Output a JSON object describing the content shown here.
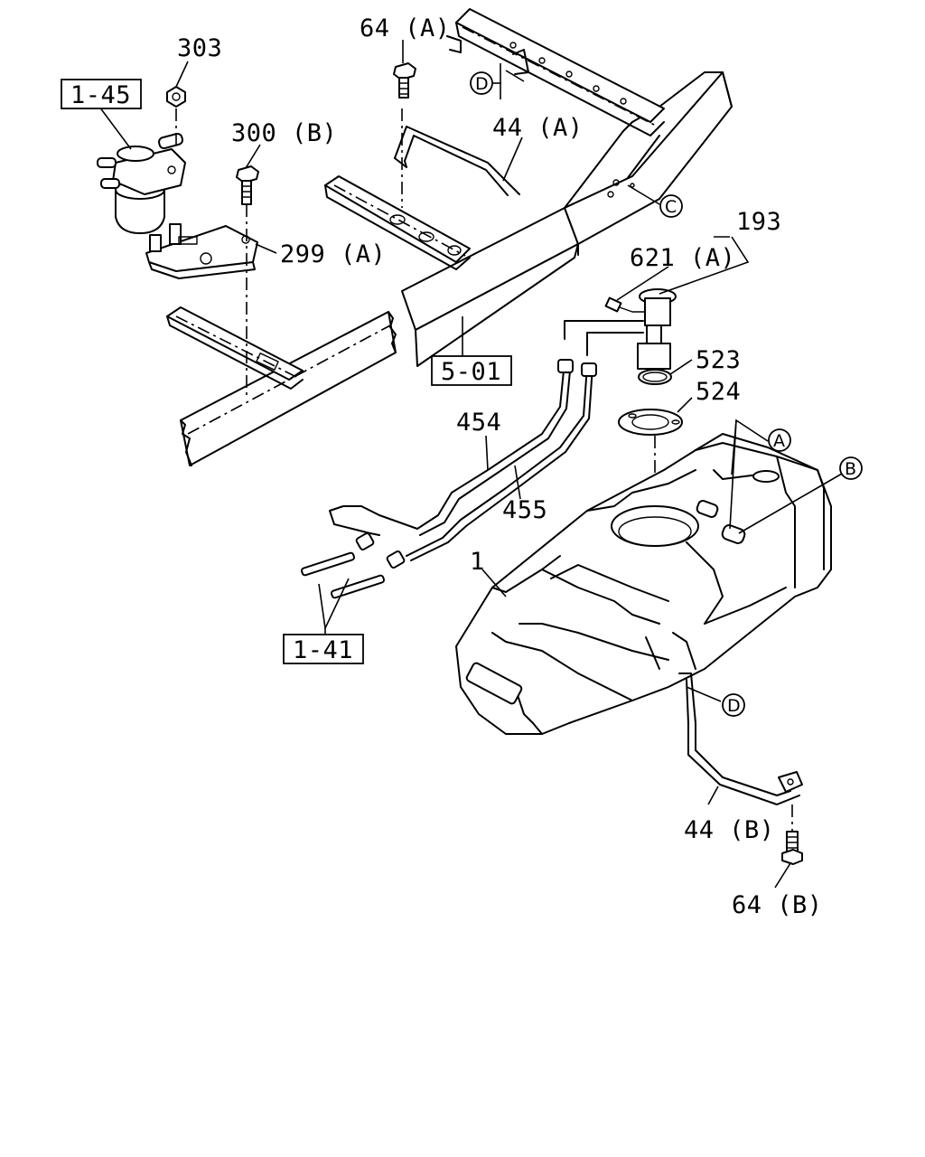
{
  "diagram": {
    "labels": {
      "p303": "303",
      "p64a": "64 (A)",
      "p300b": "300 (B)",
      "p44a": "44 (A)",
      "p299a": "299 (A)",
      "p193": "193",
      "p621a": "621 (A)",
      "p523": "523",
      "p524": "524",
      "p454": "454",
      "p455": "455",
      "p1": "1",
      "p44b": "44 (B)",
      "p64b": "64 (B)"
    },
    "refs": {
      "r145": "1-45",
      "r501": "5-01",
      "r141": "1-41"
    },
    "markers": {
      "a": "A",
      "b": "B",
      "c": "C",
      "d_top": "D",
      "d_bottom": "D"
    }
  }
}
